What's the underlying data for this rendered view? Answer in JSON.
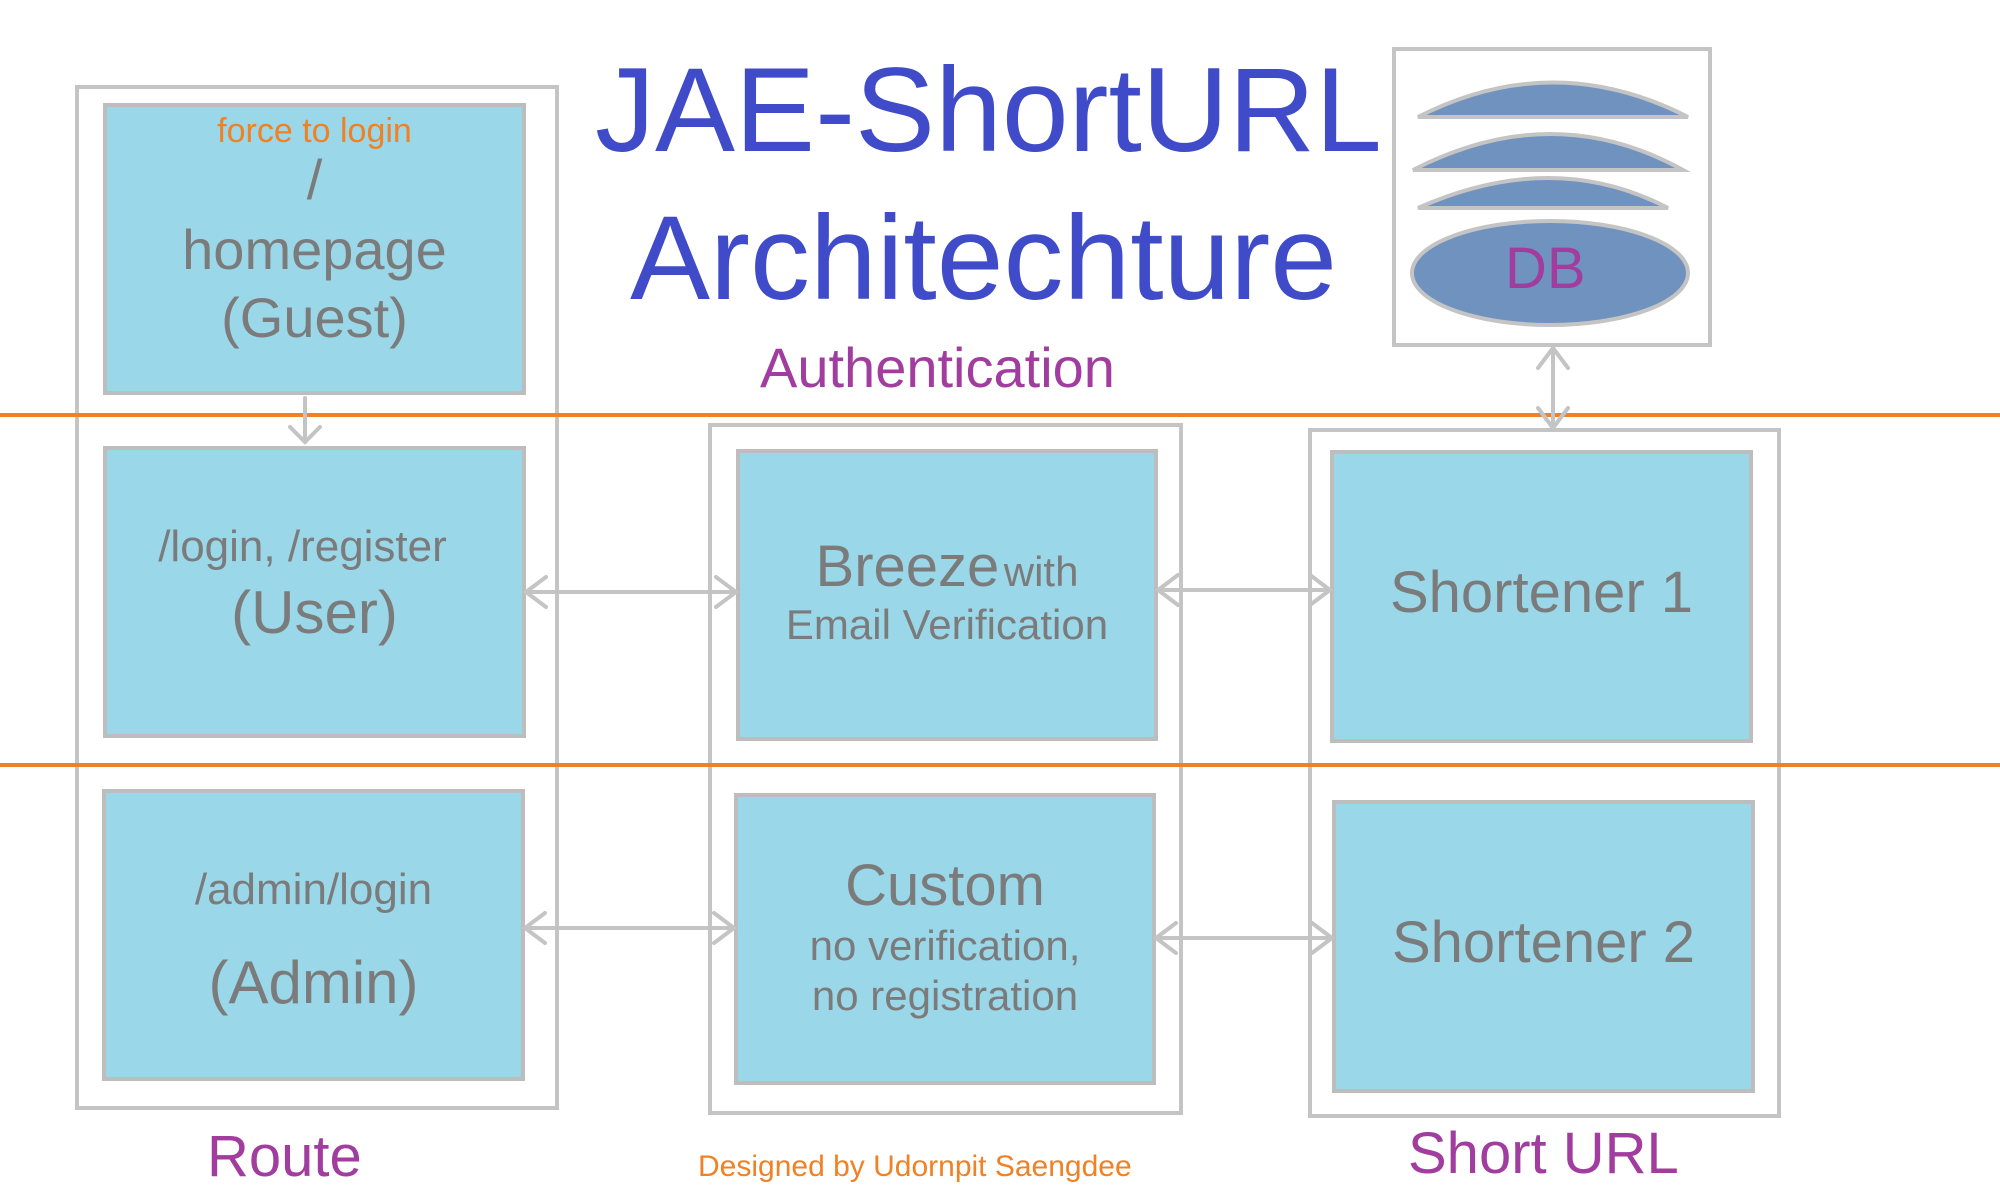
{
  "title": {
    "line1": "JAE-ShortURL",
    "line2": "Architechture"
  },
  "layers": {
    "authentication": "Authentication"
  },
  "columns": {
    "route": "Route",
    "short_url": "Short URL"
  },
  "credit": "Designed by Udornpit Saengdee",
  "db": {
    "label": "DB"
  },
  "route": {
    "guest": {
      "note": "force to login",
      "path": "/",
      "name": "homepage",
      "role": "(Guest)"
    },
    "user": {
      "path": "/login, /register",
      "role": "(User)"
    },
    "admin": {
      "path": "/admin/login",
      "role": "(Admin)"
    }
  },
  "auth": {
    "breeze": {
      "name": "Breeze",
      "with": "with",
      "detail": "Email Verification"
    },
    "custom": {
      "name": "Custom",
      "detail1": "no verification,",
      "detail2": "no registration"
    }
  },
  "shorteners": {
    "s1": "Shortener 1",
    "s2": "Shortener 2"
  },
  "colors": {
    "title": "#3f4bc9",
    "layer_line": "#f08124",
    "box_fill": "#9ad7e8",
    "box_border": "#bdbdbd",
    "label": "#a13d9e",
    "note": "#f08124",
    "db_fill": "#7092bf"
  }
}
